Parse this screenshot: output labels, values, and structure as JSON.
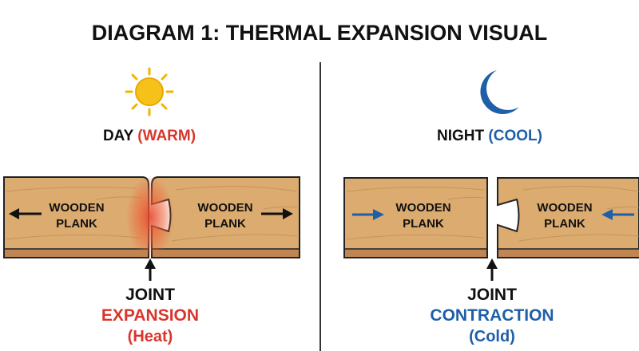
{
  "title": "DIAGRAM 1: THERMAL EXPANSION VISUAL",
  "colors": {
    "warm": "#d9362b",
    "cool": "#1f5fa8",
    "wood": "#dcab70",
    "wood_edge": "#c08552",
    "sun": "#f4b400",
    "moon": "#1f5fa8"
  },
  "day": {
    "icon": "sun-icon",
    "label": "DAY",
    "condition": "(WARM)",
    "plank_left": [
      "WOODEN",
      "PLANK"
    ],
    "plank_right": [
      "WOODEN",
      "PLANK"
    ],
    "joint_label": "JOINT",
    "effect": "EXPANSION",
    "cause": "(Heat)"
  },
  "night": {
    "icon": "moon-icon",
    "label": "NIGHT",
    "condition": "(COOL)",
    "plank_left": [
      "WOODEN",
      "PLANK"
    ],
    "plank_right": [
      "WOODEN",
      "PLANK"
    ],
    "joint_label": "JOINT",
    "effect": "CONTRACTION",
    "cause": "(Cold)"
  }
}
